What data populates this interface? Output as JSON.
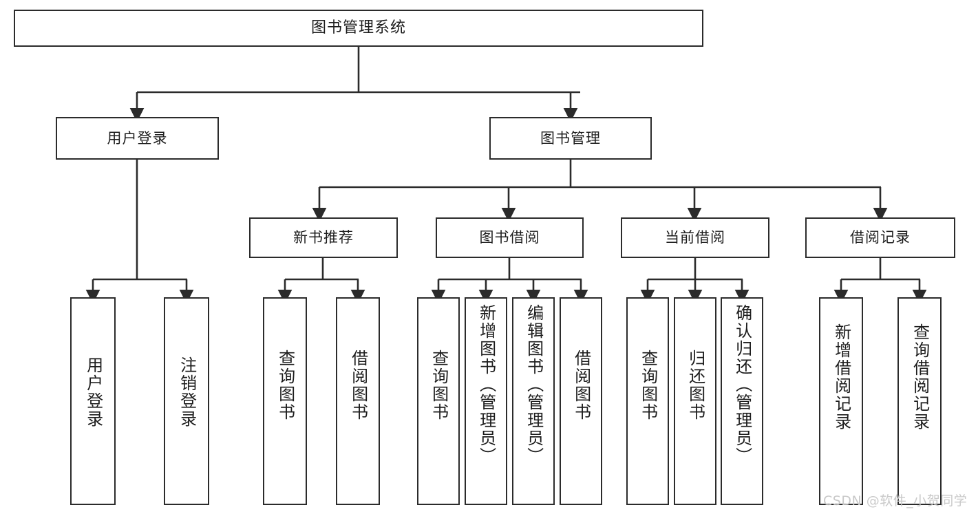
{
  "diagram": {
    "title": "图书管理系统",
    "type": "tree-hierarchy",
    "watermark": "CSDN @软件_小贺同学",
    "colors": {
      "background": "#ffffff",
      "box_border": "#2b2b2b",
      "box_fill": "#ffffff",
      "connector": "#2b2b2b",
      "text": "#1d1d1d",
      "watermark": "#c9c9c9"
    },
    "levels": {
      "root": {
        "label": "图书管理系统"
      },
      "level2": [
        {
          "label": "用户登录"
        },
        {
          "label": "图书管理"
        }
      ],
      "level3": [
        {
          "label": "新书推荐",
          "parent": "图书管理"
        },
        {
          "label": "图书借阅",
          "parent": "图书管理"
        },
        {
          "label": "当前借阅",
          "parent": "图书管理"
        },
        {
          "label": "借阅记录",
          "parent": "图书管理"
        }
      ],
      "leaves": [
        {
          "label": "用户登录",
          "parent": "用户登录"
        },
        {
          "label": "注销登录",
          "parent": "用户登录"
        },
        {
          "label": "查询图书",
          "parent": "新书推荐"
        },
        {
          "label": "借阅图书",
          "parent": "新书推荐"
        },
        {
          "label": "查询图书",
          "parent": "图书借阅"
        },
        {
          "label": "新增图书（管理员）",
          "parent": "图书借阅"
        },
        {
          "label": "编辑图书（管理员）",
          "parent": "图书借阅"
        },
        {
          "label": "借阅图书",
          "parent": "图书借阅"
        },
        {
          "label": "查询图书",
          "parent": "当前借阅"
        },
        {
          "label": "归还图书",
          "parent": "当前借阅"
        },
        {
          "label": "确认归还（管理员）",
          "parent": "当前借阅"
        },
        {
          "label": "新增借阅记录",
          "parent": "借阅记录"
        },
        {
          "label": "查询借阅记录",
          "parent": "借阅记录"
        }
      ]
    }
  }
}
